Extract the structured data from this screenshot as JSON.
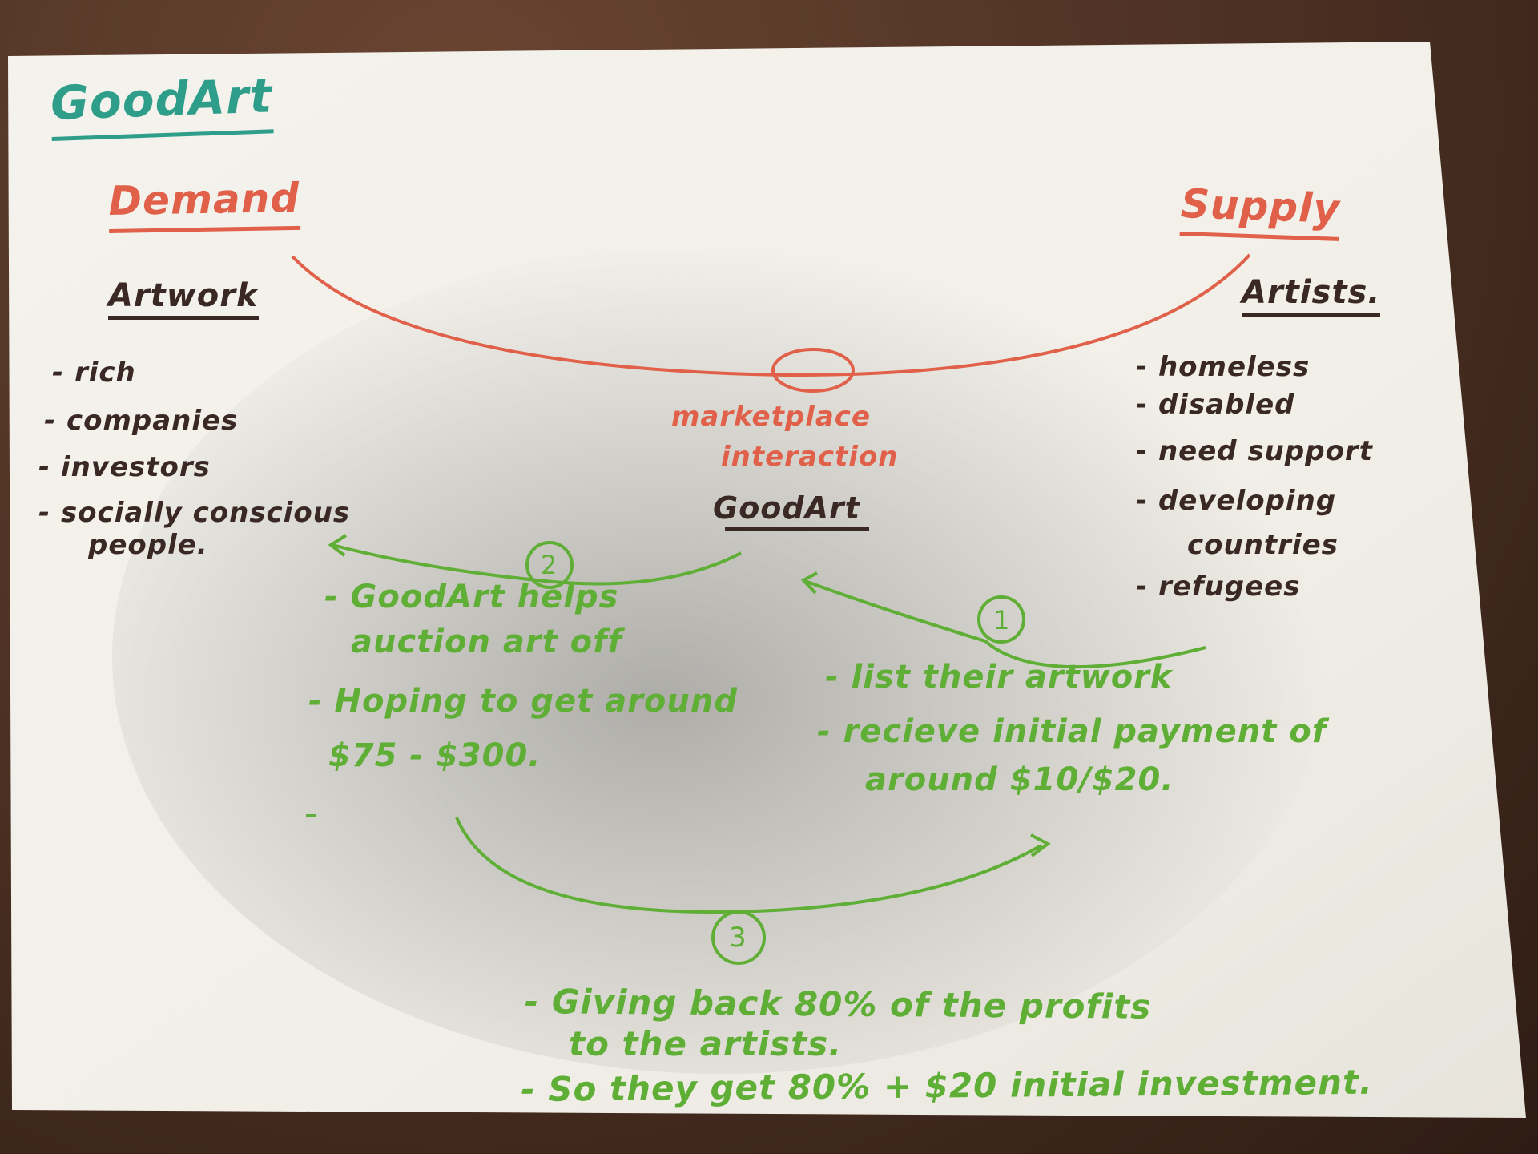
{
  "title": "GoodArt",
  "demand": {
    "heading": "Demand",
    "subheading": "Artwork",
    "items": [
      "- rich",
      "- companies",
      "- investors",
      "- socially conscious",
      "people."
    ]
  },
  "supply": {
    "heading": "Supply",
    "subheading": "Artists.",
    "items": [
      "- homeless",
      "- disabled",
      "- need support",
      "- developing",
      "countries",
      "- refugees"
    ]
  },
  "center": {
    "label_line1": "marketplace",
    "label_line2": "interaction",
    "brand": "GoodArt"
  },
  "steps": {
    "step1": {
      "number": "1",
      "lines": [
        "- list their artwork",
        "- recieve initial payment of",
        "around $10/$20."
      ]
    },
    "step2": {
      "number": "2",
      "lines": [
        "- GoodArt helps",
        "auction art off",
        "- Hoping to get around",
        "$75 - $300."
      ]
    },
    "step3": {
      "number": "3",
      "lines": [
        "- Giving back 80% of the profits",
        "to the artists.",
        "- So they get 80% + $20 initial investment."
      ]
    }
  },
  "colors": {
    "paper": "#f6f4ee",
    "ink_dark": "#3a2824",
    "ink_red": "#e0604a",
    "ink_green": "#5fae35",
    "ink_teal": "#2e9e8a",
    "table": "#4a2f22"
  }
}
